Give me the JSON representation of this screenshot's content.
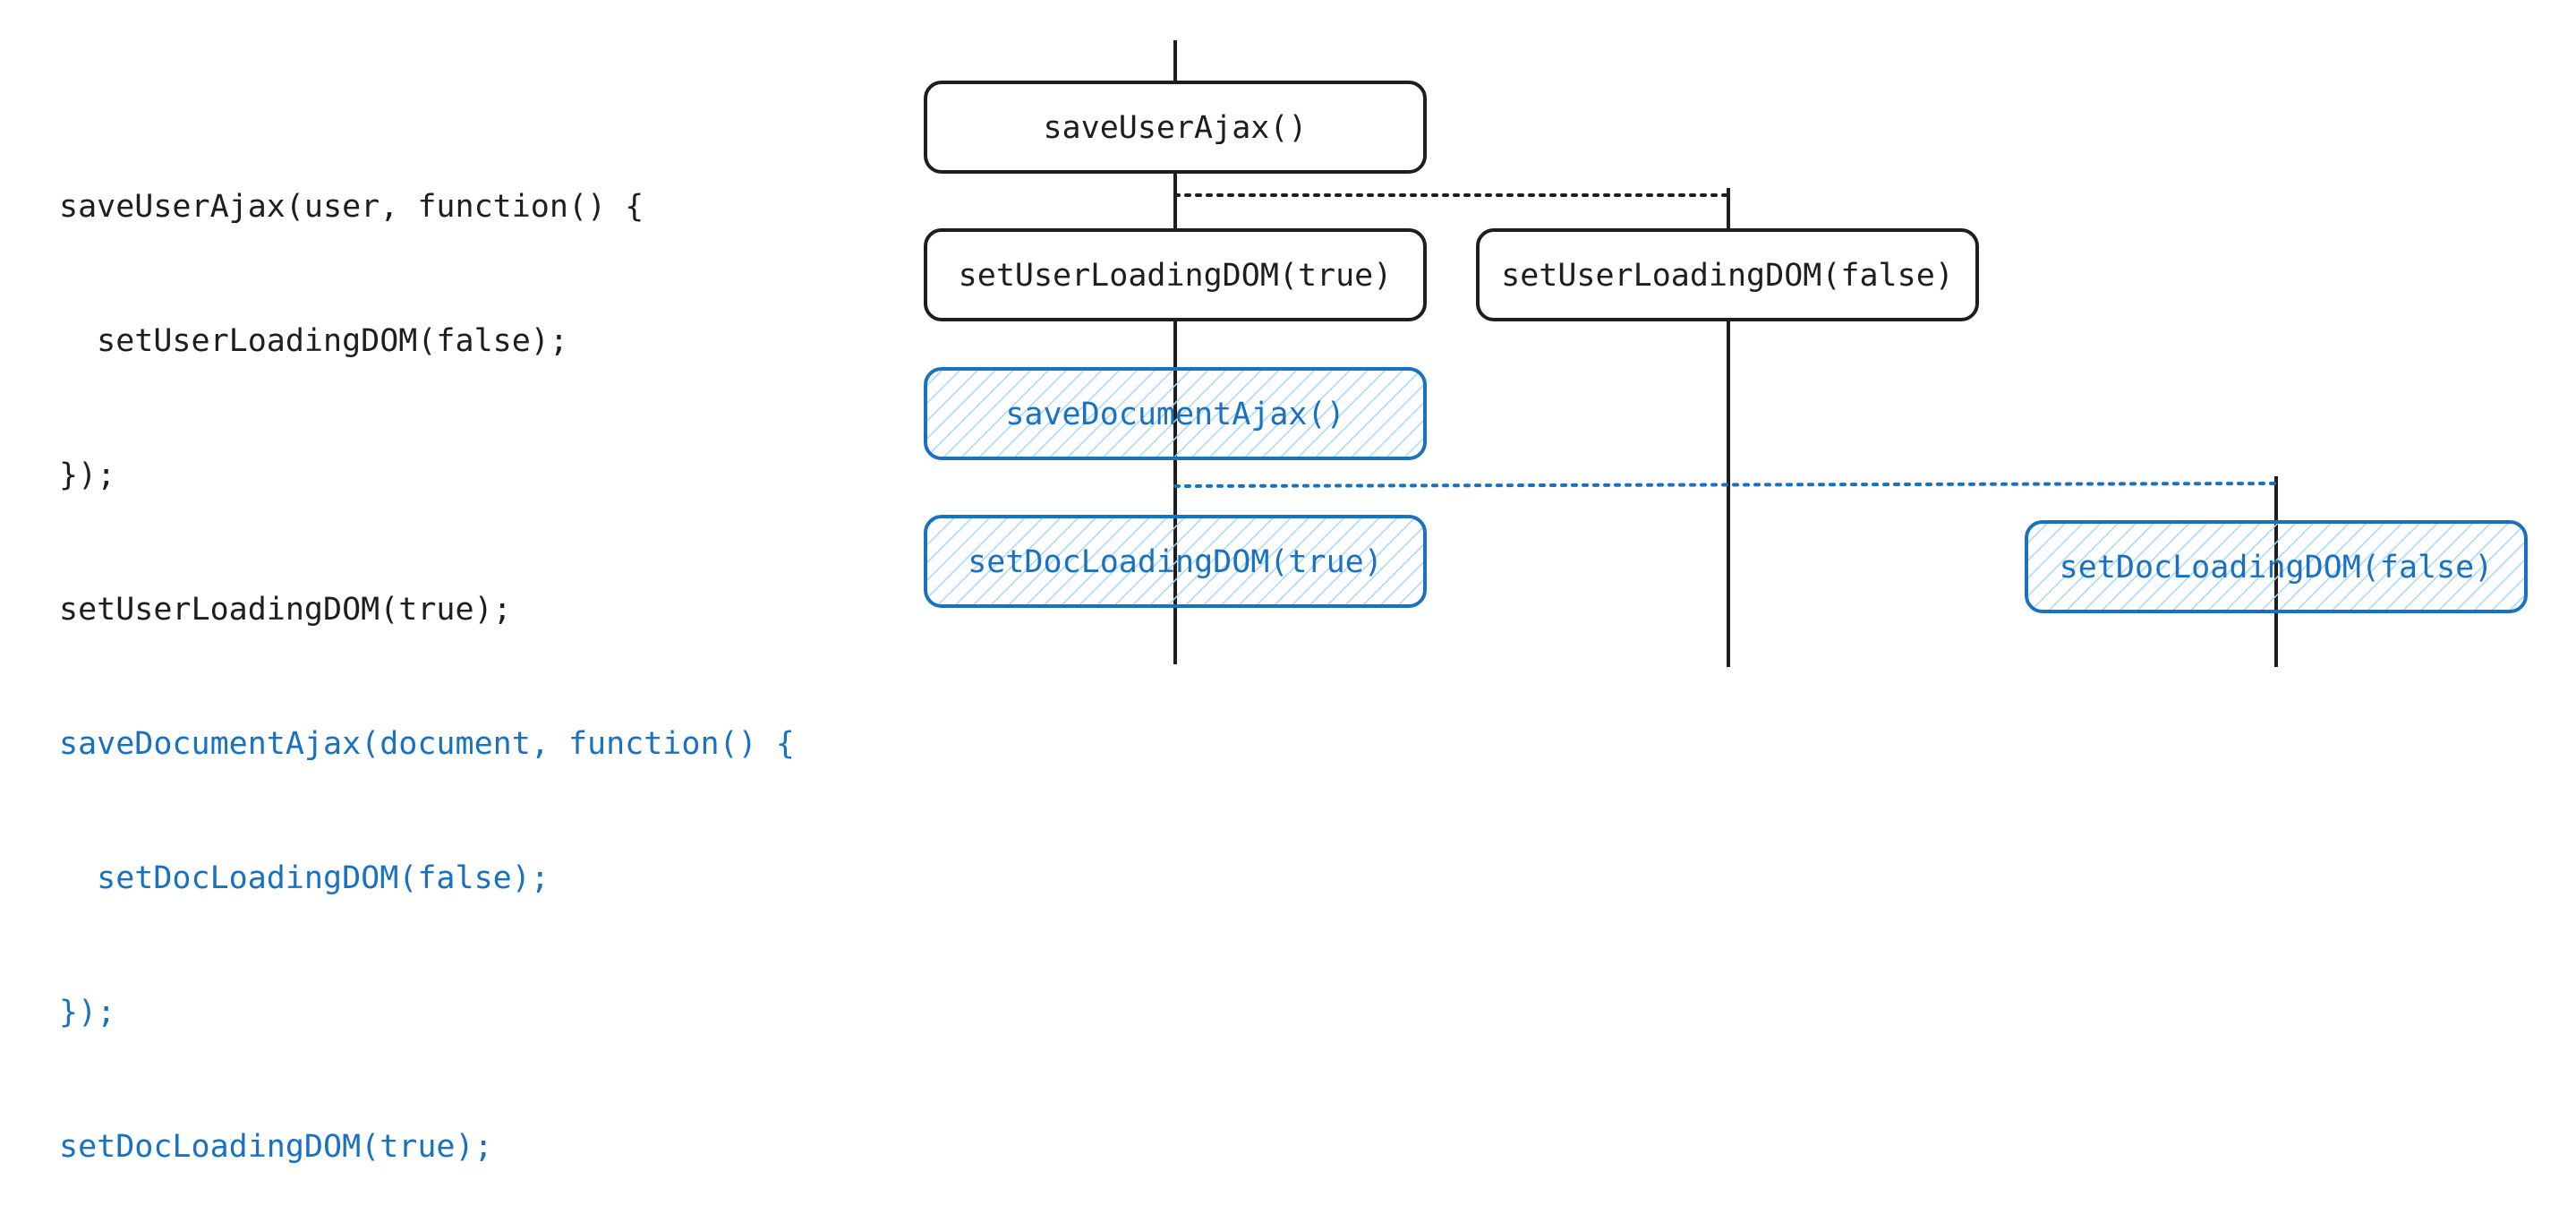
{
  "colors": {
    "black": "#1e1e1e",
    "blue": "#1971c2",
    "blue_fill": "#a5d8ff"
  },
  "code": {
    "lines": [
      {
        "text": "saveUserAjax(user, function() {",
        "color": "black"
      },
      {
        "text": "  setUserLoadingDOM(false);",
        "color": "black"
      },
      {
        "text": "});",
        "color": "black"
      },
      {
        "text": "setUserLoadingDOM(true);",
        "color": "black"
      },
      {
        "text": "saveDocumentAjax(document, function() {",
        "color": "blue"
      },
      {
        "text": "  setDocLoadingDOM(false);",
        "color": "blue"
      },
      {
        "text": "});",
        "color": "blue"
      },
      {
        "text": "setDocLoadingDOM(true);",
        "color": "blue"
      }
    ]
  },
  "diagram": {
    "nodes": {
      "save_user_ajax": "saveUserAjax()",
      "set_user_loading_true": "setUserLoadingDOM(true)",
      "set_user_loading_false": "setUserLoadingDOM(false)",
      "save_document_ajax": "saveDocumentAjax()",
      "set_doc_loading_true": "setDocLoadingDOM(true)",
      "set_doc_loading_false": "setDocLoadingDOM(false)"
    }
  }
}
